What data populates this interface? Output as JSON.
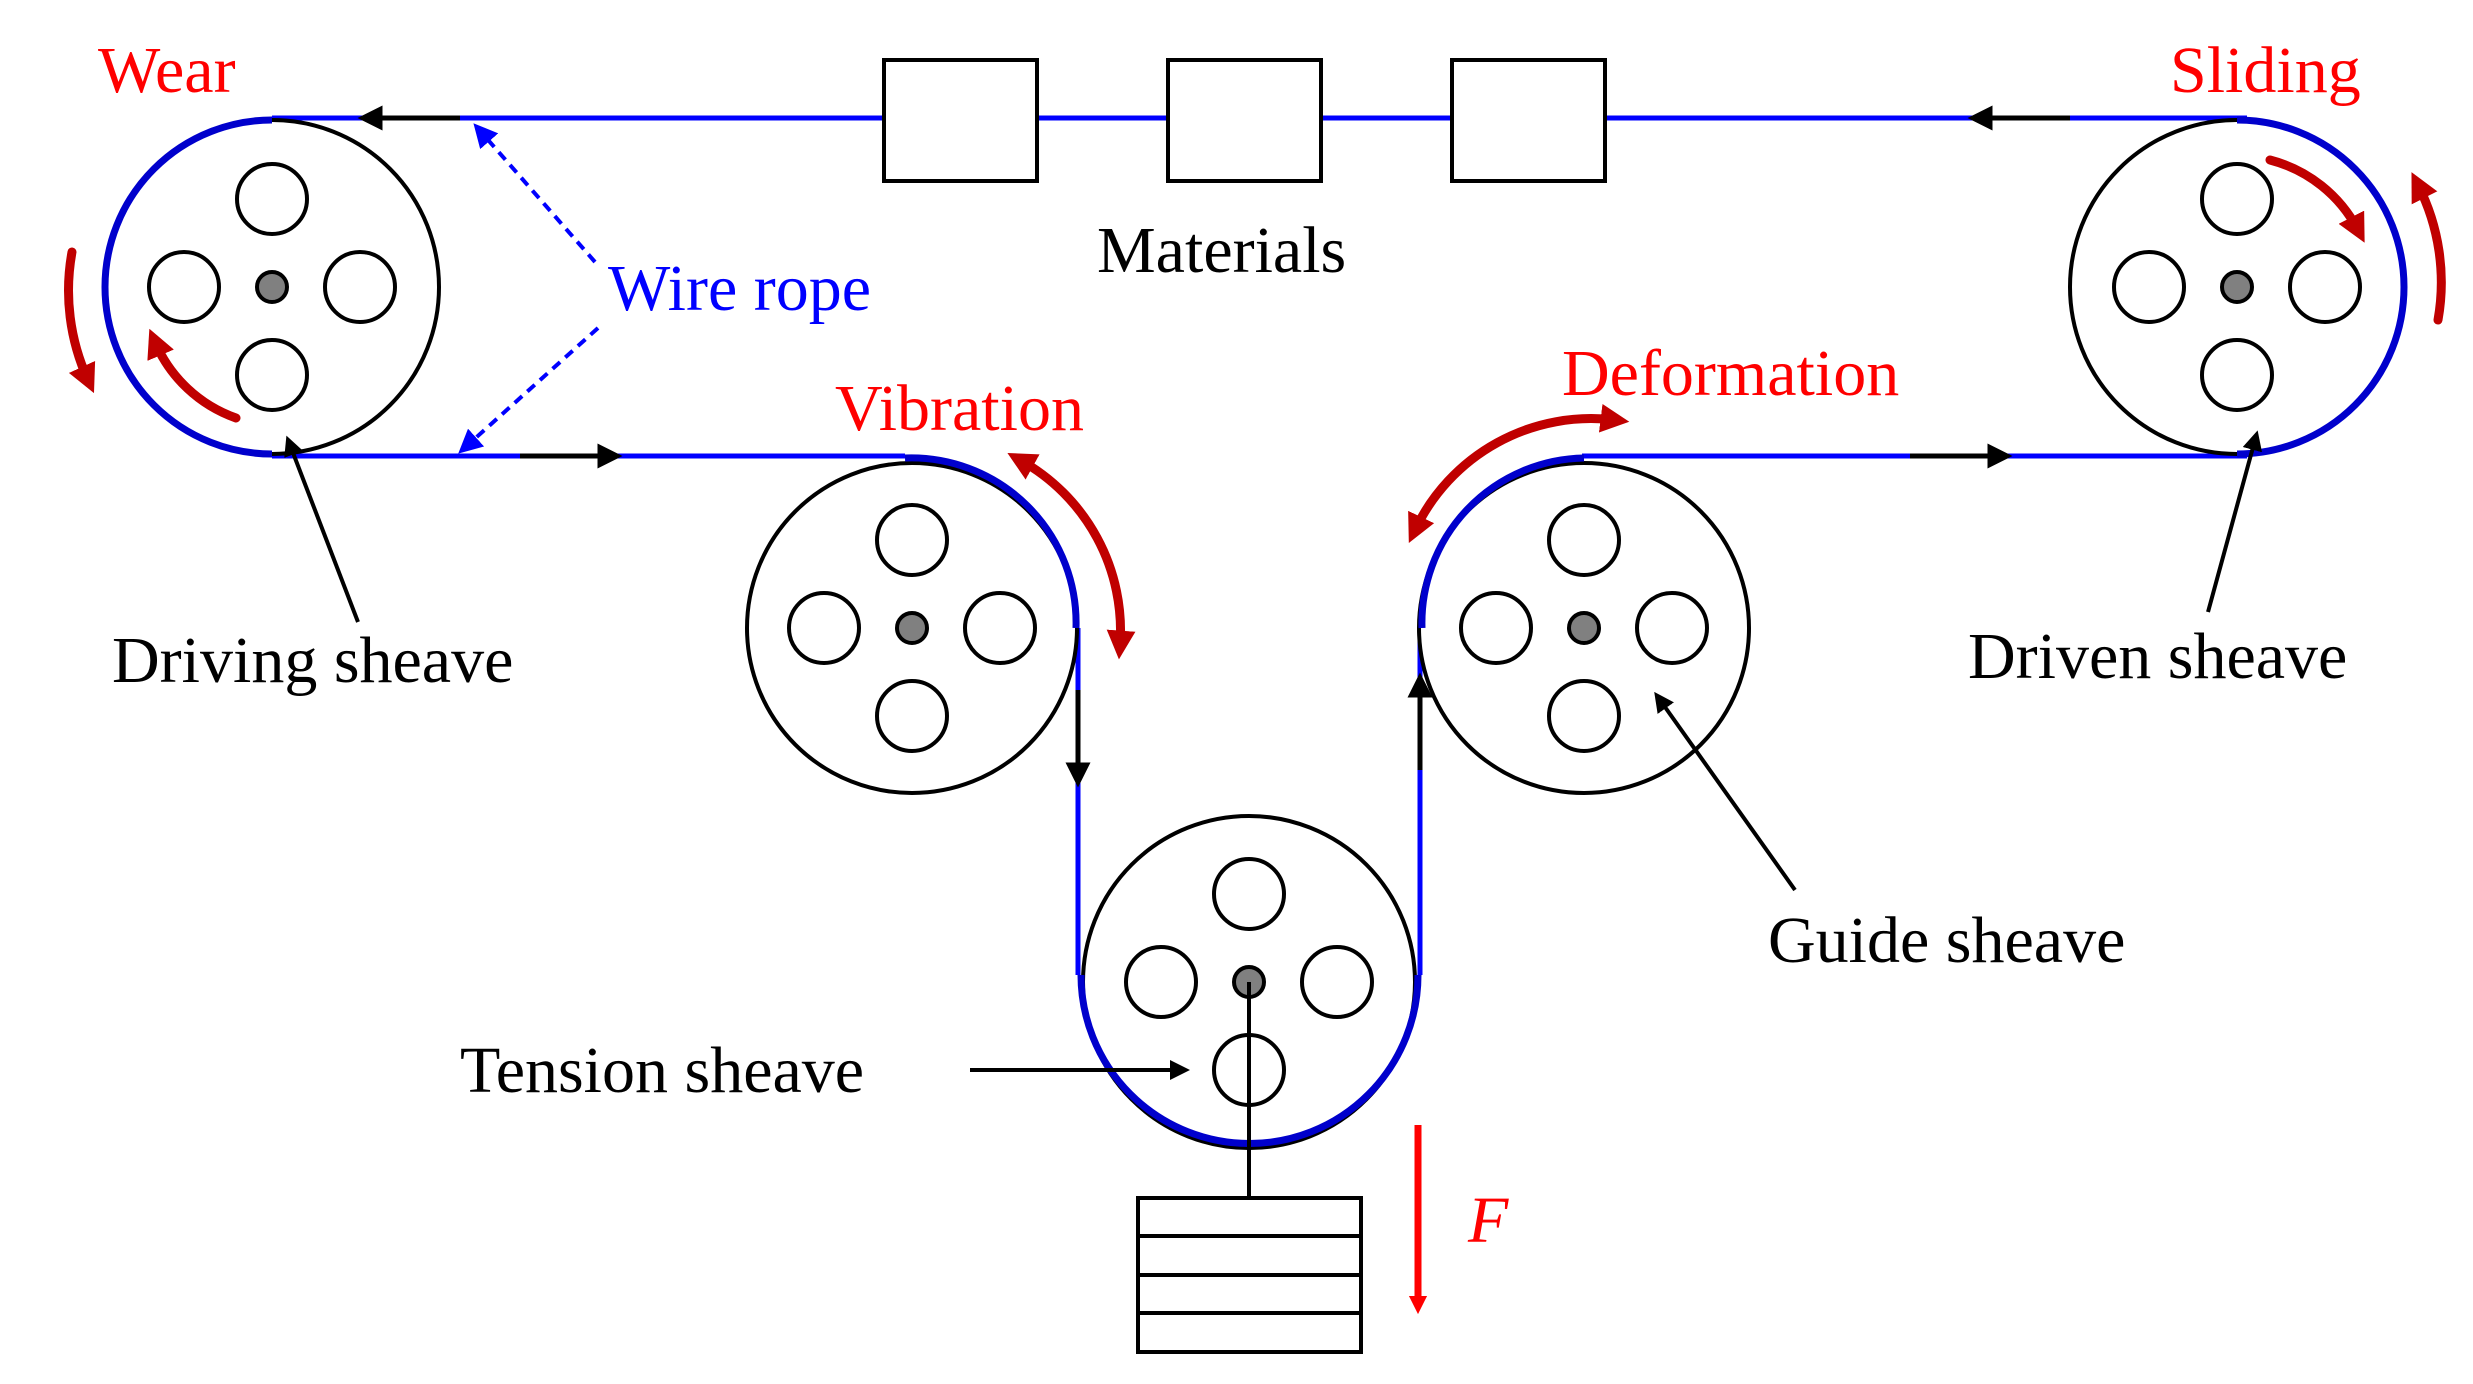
{
  "labels": {
    "wear": "Wear",
    "sliding": "Sliding",
    "wire_rope": "Wire rope",
    "materials": "Materials",
    "vibration": "Vibration",
    "deformation": "Deformation",
    "driving_sheave": "Driving sheave",
    "driven_sheave": "Driven sheave",
    "guide_sheave": "Guide sheave",
    "tension_sheave": "Tension sheave",
    "force": "F"
  },
  "colors": {
    "rope": "#0000ff",
    "rope_wrap": "#0000cc",
    "effect": "#c00000",
    "effect_label": "#ff0000",
    "force": "#ff0000",
    "wire_rope_label": "#0000ff",
    "outline": "#000000",
    "hub": "#808080"
  }
}
